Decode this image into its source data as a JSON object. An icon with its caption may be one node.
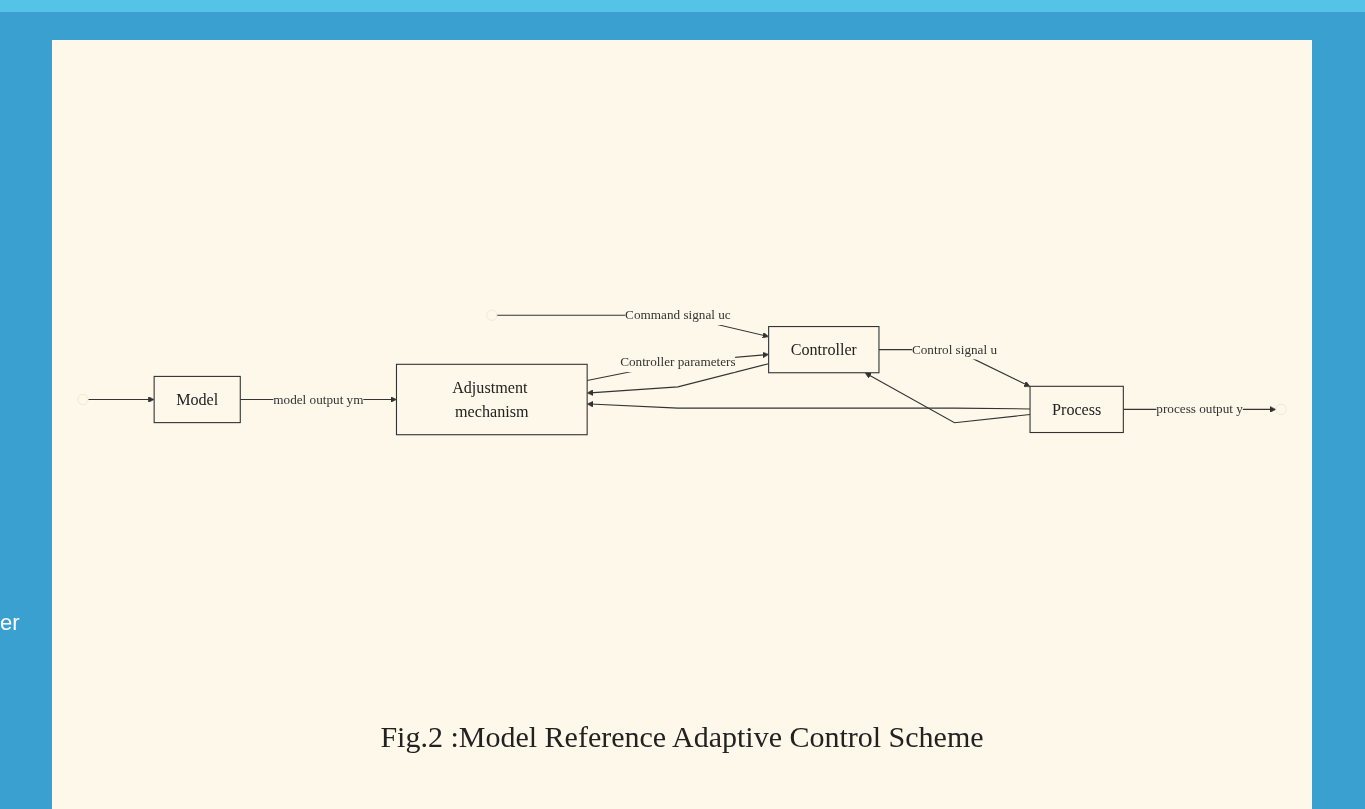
{
  "diagram": {
    "caption": "Fig.2 :Model Reference Adaptive Control Scheme",
    "nodes": [
      {
        "text": [
          "Model"
        ]
      },
      {
        "text": [
          "Adjustment mechanism"
        ]
      },
      {
        "text": [
          "Controller"
        ]
      },
      {
        "text": [
          "Process"
        ]
      }
    ],
    "edges": [
      {
        "from": null,
        "to": 2,
        "arrow": "to",
        "label": "Command signal uc"
      },
      {
        "from": null,
        "to": 0,
        "arrow": "to"
      },
      {
        "from": 0,
        "to": 1,
        "arrow": "to",
        "label": "model output ym"
      },
      {
        "from": 1,
        "to": 2,
        "arrow": "to",
        "label": "Controller parameters"
      },
      {
        "from": 2,
        "to": 3,
        "arrow": "to",
        "label": "Control signal u"
      },
      {
        "from": 2,
        "to": 1,
        "arrow": "to"
      },
      {
        "from": 3,
        "to": null,
        "arrow": "to",
        "label": "process output y"
      },
      {
        "from": 3,
        "to": 1,
        "arrow": "to"
      },
      {
        "from": 3,
        "to": 2,
        "arrow": "to"
      }
    ],
    "labels": [
      "er"
    ]
  }
}
